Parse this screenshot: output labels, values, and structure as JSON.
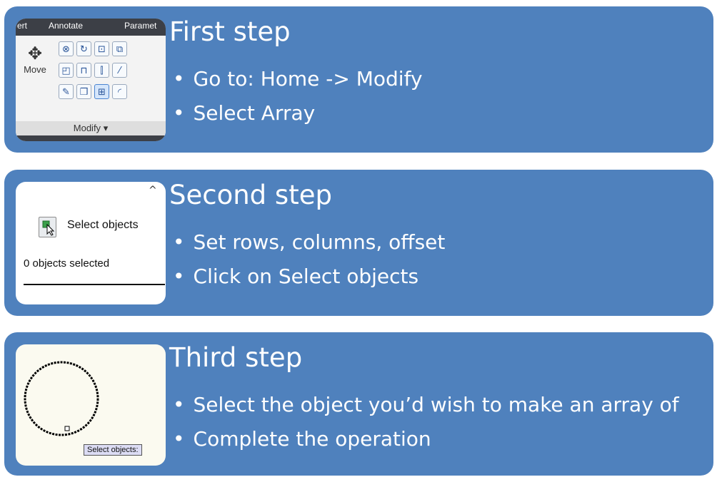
{
  "steps": [
    {
      "title": "First step",
      "bullets": [
        "Go to: Home -> Modify",
        "Select Array"
      ],
      "thumbnail": {
        "tabs": [
          "ert",
          "Annotate",
          "Paramet"
        ],
        "move_label": "Move",
        "panel_label": "Modify",
        "panel_dropdown_icon": "caret-down-icon"
      }
    },
    {
      "title": "Second step",
      "bullets": [
        "Set rows, columns, offset",
        "Click on Select objects"
      ],
      "thumbnail": {
        "button_label": "Select objects",
        "status_text": "0 objects selected"
      }
    },
    {
      "title": "Third step",
      "bullets": [
        "Select the object you’d wish to make an array of",
        "Complete the operation"
      ],
      "thumbnail": {
        "tooltip": "Select objects:"
      }
    }
  ],
  "colors": {
    "card_background": "#4f81bd",
    "text": "#ffffff",
    "thumbnail_background": "#ffffff",
    "ribbon_dark": "#3c3f46"
  }
}
